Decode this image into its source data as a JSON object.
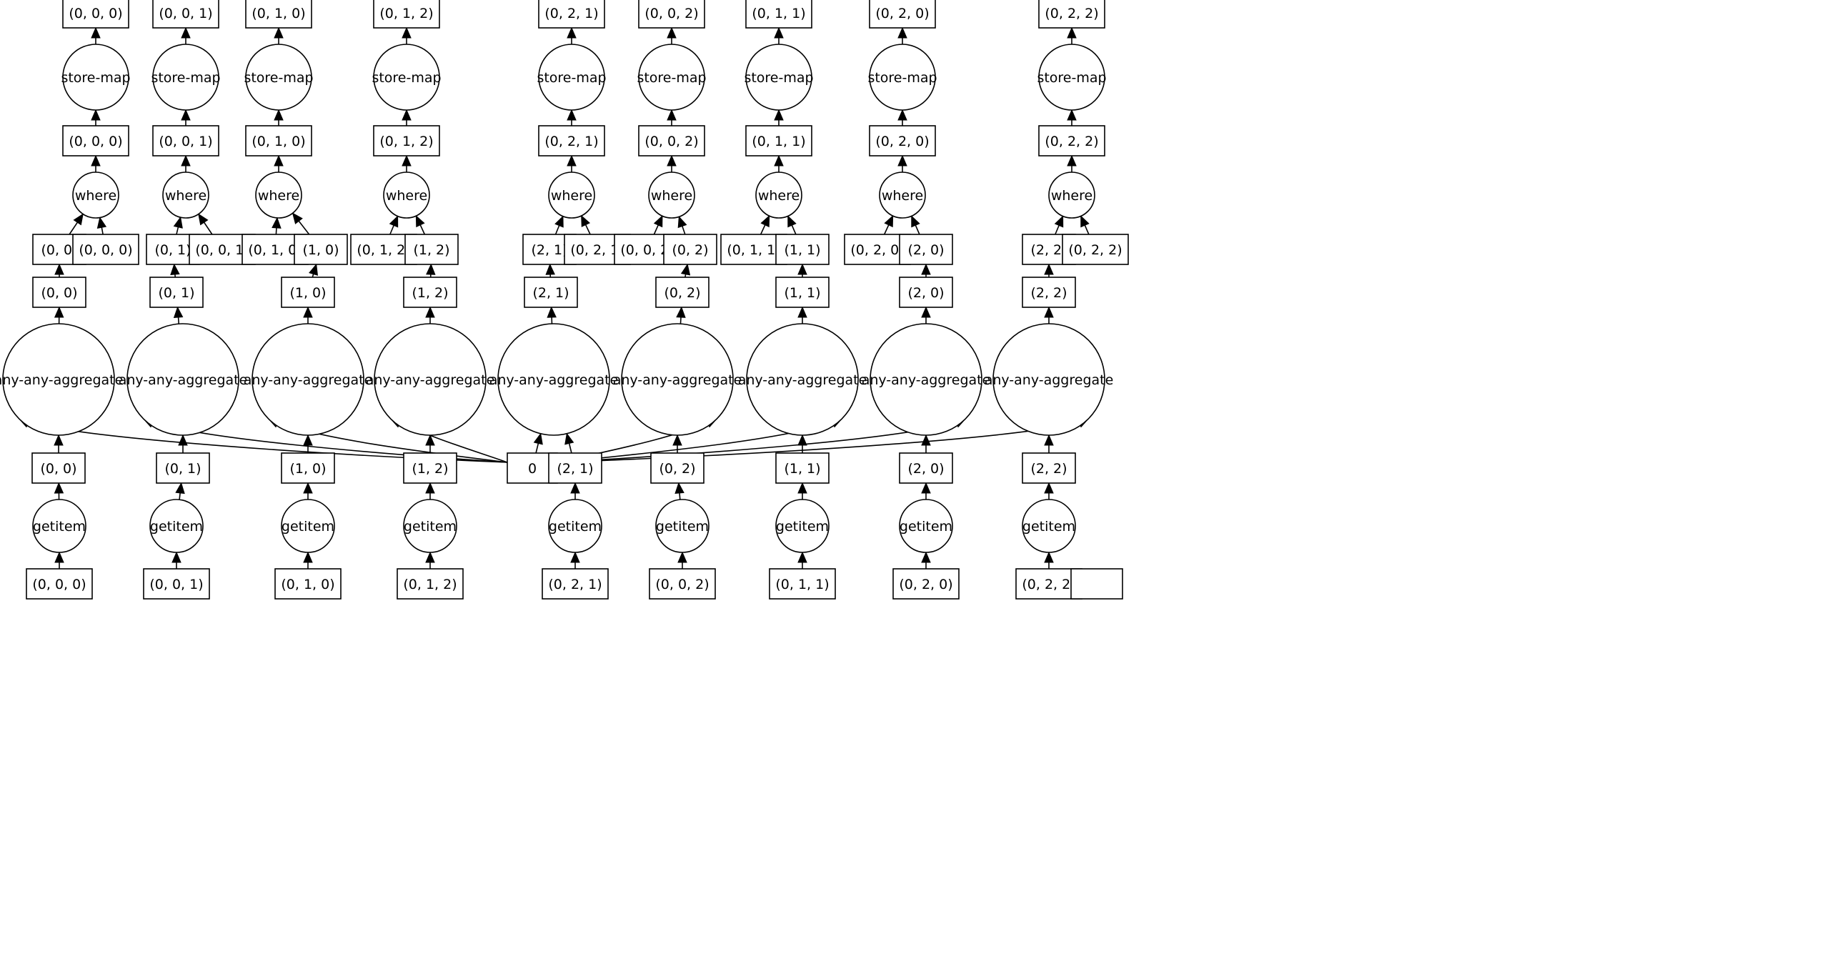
{
  "graph": {
    "direction": "bottom-to-top",
    "colors": {
      "stroke": "#000000",
      "fill": "#ffffff",
      "text": "#000000"
    },
    "nodes": [
      {
        "id": "s0",
        "shape": "box",
        "label": "(0, 0, 0)"
      },
      {
        "id": "s1",
        "shape": "box",
        "label": "(0, 0, 1)"
      },
      {
        "id": "s2",
        "shape": "box",
        "label": "(0, 1, 0)"
      },
      {
        "id": "s3",
        "shape": "box",
        "label": "(0, 1, 2)"
      },
      {
        "id": "s4",
        "shape": "box",
        "label": "(0, 2, 1)"
      },
      {
        "id": "s5",
        "shape": "box",
        "label": "(0, 0, 2)"
      },
      {
        "id": "s6",
        "shape": "box",
        "label": "(0, 1, 1)"
      },
      {
        "id": "s7",
        "shape": "box",
        "label": "(0, 2, 0)"
      },
      {
        "id": "s8",
        "shape": "box",
        "label": "(0, 2, 2)"
      },
      {
        "id": "m0",
        "shape": "circle",
        "label": "store-map"
      },
      {
        "id": "m1",
        "shape": "circle",
        "label": "store-map"
      },
      {
        "id": "m2",
        "shape": "circle",
        "label": "store-map"
      },
      {
        "id": "m3",
        "shape": "circle",
        "label": "store-map"
      },
      {
        "id": "m4",
        "shape": "circle",
        "label": "store-map"
      },
      {
        "id": "m5",
        "shape": "circle",
        "label": "store-map"
      },
      {
        "id": "m6",
        "shape": "circle",
        "label": "store-map"
      },
      {
        "id": "m7",
        "shape": "circle",
        "label": "store-map"
      },
      {
        "id": "m8",
        "shape": "circle",
        "label": "store-map"
      },
      {
        "id": "w0",
        "shape": "box",
        "label": "(0, 0, 0)"
      },
      {
        "id": "w1",
        "shape": "box",
        "label": "(0, 0, 1)"
      },
      {
        "id": "w2",
        "shape": "box",
        "label": "(0, 1, 0)"
      },
      {
        "id": "w3",
        "shape": "box",
        "label": "(0, 1, 2)"
      },
      {
        "id": "w4",
        "shape": "box",
        "label": "(0, 2, 1)"
      },
      {
        "id": "w5",
        "shape": "box",
        "label": "(0, 0, 2)"
      },
      {
        "id": "w6",
        "shape": "box",
        "label": "(0, 1, 1)"
      },
      {
        "id": "w7",
        "shape": "box",
        "label": "(0, 2, 0)"
      },
      {
        "id": "w8",
        "shape": "box",
        "label": "(0, 2, 2)"
      },
      {
        "id": "h0",
        "shape": "circle",
        "label": "where"
      },
      {
        "id": "h1",
        "shape": "circle",
        "label": "where"
      },
      {
        "id": "h2",
        "shape": "circle",
        "label": "where"
      },
      {
        "id": "h3",
        "shape": "circle",
        "label": "where"
      },
      {
        "id": "h4",
        "shape": "circle",
        "label": "where"
      },
      {
        "id": "h5",
        "shape": "circle",
        "label": "where"
      },
      {
        "id": "h6",
        "shape": "circle",
        "label": "where"
      },
      {
        "id": "h7",
        "shape": "circle",
        "label": "where"
      },
      {
        "id": "h8",
        "shape": "circle",
        "label": "where"
      },
      {
        "id": "a0",
        "shape": "box",
        "label": "(0, 0)"
      },
      {
        "id": "b0",
        "shape": "box",
        "label": "(0, 0, 0)"
      },
      {
        "id": "a1",
        "shape": "box",
        "label": "(0, 1)"
      },
      {
        "id": "b1",
        "shape": "box",
        "label": "(0, 0, 1)"
      },
      {
        "id": "b2",
        "shape": "box",
        "label": "(0, 1, 0)"
      },
      {
        "id": "a2",
        "shape": "box",
        "label": "(1, 0)"
      },
      {
        "id": "b3",
        "shape": "box",
        "label": "(0, 1, 2)"
      },
      {
        "id": "a3",
        "shape": "box",
        "label": "(1, 2)"
      },
      {
        "id": "a4",
        "shape": "box",
        "label": "(2, 1)"
      },
      {
        "id": "b4",
        "shape": "box",
        "label": "(0, 2, 1)"
      },
      {
        "id": "b5",
        "shape": "box",
        "label": "(0, 0, 2)"
      },
      {
        "id": "a5",
        "shape": "box",
        "label": "(0, 2)"
      },
      {
        "id": "b6",
        "shape": "box",
        "label": "(0, 1, 1)"
      },
      {
        "id": "a6",
        "shape": "box",
        "label": "(1, 1)"
      },
      {
        "id": "b7",
        "shape": "box",
        "label": "(0, 2, 0)"
      },
      {
        "id": "a7",
        "shape": "box",
        "label": "(2, 0)"
      },
      {
        "id": "a8",
        "shape": "box",
        "label": "(2, 2)"
      },
      {
        "id": "b8",
        "shape": "box",
        "label": "(0, 2, 2)"
      },
      {
        "id": "c0",
        "shape": "box",
        "label": "(0, 0)"
      },
      {
        "id": "c1",
        "shape": "box",
        "label": "(0, 1)"
      },
      {
        "id": "c2",
        "shape": "box",
        "label": "(1, 0)"
      },
      {
        "id": "c3",
        "shape": "box",
        "label": "(1, 2)"
      },
      {
        "id": "c4",
        "shape": "box",
        "label": "(2, 1)"
      },
      {
        "id": "c5",
        "shape": "box",
        "label": "(0, 2)"
      },
      {
        "id": "c6",
        "shape": "box",
        "label": "(1, 1)"
      },
      {
        "id": "c7",
        "shape": "box",
        "label": "(2, 0)"
      },
      {
        "id": "c8",
        "shape": "box",
        "label": "(2, 2)"
      },
      {
        "id": "g0",
        "shape": "circle",
        "label": "any-any-aggregate"
      },
      {
        "id": "g1",
        "shape": "circle",
        "label": "any-any-aggregate"
      },
      {
        "id": "g2",
        "shape": "circle",
        "label": "any-any-aggregate"
      },
      {
        "id": "g3",
        "shape": "circle",
        "label": "any-any-aggregate"
      },
      {
        "id": "g4",
        "shape": "circle",
        "label": "any-any-aggregate"
      },
      {
        "id": "g5",
        "shape": "circle",
        "label": "any-any-aggregate"
      },
      {
        "id": "g6",
        "shape": "circle",
        "label": "any-any-aggregate"
      },
      {
        "id": "g7",
        "shape": "circle",
        "label": "any-any-aggregate"
      },
      {
        "id": "g8",
        "shape": "circle",
        "label": "any-any-aggregate"
      },
      {
        "id": "d0",
        "shape": "box",
        "label": "(0, 0)"
      },
      {
        "id": "d1",
        "shape": "box",
        "label": "(0, 1)"
      },
      {
        "id": "d2",
        "shape": "box",
        "label": "(1, 0)"
      },
      {
        "id": "d3",
        "shape": "box",
        "label": "(1, 2)"
      },
      {
        "id": "z",
        "shape": "box",
        "label": "0"
      },
      {
        "id": "d4",
        "shape": "box",
        "label": "(2, 1)"
      },
      {
        "id": "d5",
        "shape": "box",
        "label": "(0, 2)"
      },
      {
        "id": "d6",
        "shape": "box",
        "label": "(1, 1)"
      },
      {
        "id": "d7",
        "shape": "box",
        "label": "(2, 0)"
      },
      {
        "id": "d8",
        "shape": "box",
        "label": "(2, 2)"
      },
      {
        "id": "e0",
        "shape": "circle",
        "label": "getitem"
      },
      {
        "id": "e1",
        "shape": "circle",
        "label": "getitem"
      },
      {
        "id": "e2",
        "shape": "circle",
        "label": "getitem"
      },
      {
        "id": "e3",
        "shape": "circle",
        "label": "getitem"
      },
      {
        "id": "e4",
        "shape": "circle",
        "label": "getitem"
      },
      {
        "id": "e5",
        "shape": "circle",
        "label": "getitem"
      },
      {
        "id": "e6",
        "shape": "circle",
        "label": "getitem"
      },
      {
        "id": "e7",
        "shape": "circle",
        "label": "getitem"
      },
      {
        "id": "e8",
        "shape": "circle",
        "label": "getitem"
      },
      {
        "id": "f0",
        "shape": "box",
        "label": "(0, 0, 0)"
      },
      {
        "id": "f1",
        "shape": "box",
        "label": "(0, 0, 1)"
      },
      {
        "id": "f2",
        "shape": "box",
        "label": "(0, 1, 0)"
      },
      {
        "id": "f3",
        "shape": "box",
        "label": "(0, 1, 2)"
      },
      {
        "id": "f4",
        "shape": "box",
        "label": "(0, 2, 1)"
      },
      {
        "id": "f5",
        "shape": "box",
        "label": "(0, 0, 2)"
      },
      {
        "id": "f6",
        "shape": "box",
        "label": "(0, 1, 1)"
      },
      {
        "id": "f7",
        "shape": "box",
        "label": "(0, 2, 0)"
      },
      {
        "id": "f8",
        "shape": "box",
        "label": "(0, 2, 2)"
      },
      {
        "id": "blank",
        "shape": "box",
        "label": ""
      }
    ],
    "edges": [
      [
        "m0",
        "s0"
      ],
      [
        "m1",
        "s1"
      ],
      [
        "m2",
        "s2"
      ],
      [
        "m3",
        "s3"
      ],
      [
        "m4",
        "s4"
      ],
      [
        "m5",
        "s5"
      ],
      [
        "m6",
        "s6"
      ],
      [
        "m7",
        "s7"
      ],
      [
        "m8",
        "s8"
      ],
      [
        "w0",
        "m0"
      ],
      [
        "w1",
        "m1"
      ],
      [
        "w2",
        "m2"
      ],
      [
        "w3",
        "m3"
      ],
      [
        "w4",
        "m4"
      ],
      [
        "w5",
        "m5"
      ],
      [
        "w6",
        "m6"
      ],
      [
        "w7",
        "m7"
      ],
      [
        "w8",
        "m8"
      ],
      [
        "h0",
        "w0"
      ],
      [
        "h1",
        "w1"
      ],
      [
        "h2",
        "w2"
      ],
      [
        "h3",
        "w3"
      ],
      [
        "h4",
        "w4"
      ],
      [
        "h5",
        "w5"
      ],
      [
        "h6",
        "w6"
      ],
      [
        "h7",
        "w7"
      ],
      [
        "h8",
        "w8"
      ],
      [
        "a0",
        "h0"
      ],
      [
        "b0",
        "h0"
      ],
      [
        "a1",
        "h1"
      ],
      [
        "b1",
        "h1"
      ],
      [
        "b2",
        "h2"
      ],
      [
        "a2",
        "h2"
      ],
      [
        "b3",
        "h3"
      ],
      [
        "a3",
        "h3"
      ],
      [
        "a4",
        "h4"
      ],
      [
        "b4",
        "h4"
      ],
      [
        "b5",
        "h5"
      ],
      [
        "a5",
        "h5"
      ],
      [
        "b6",
        "h6"
      ],
      [
        "a6",
        "h6"
      ],
      [
        "b7",
        "h7"
      ],
      [
        "a7",
        "h7"
      ],
      [
        "a8",
        "h8"
      ],
      [
        "b8",
        "h8"
      ],
      [
        "c0",
        "a0"
      ],
      [
        "c1",
        "a1"
      ],
      [
        "c2",
        "a2"
      ],
      [
        "c3",
        "a3"
      ],
      [
        "c4",
        "a4"
      ],
      [
        "c5",
        "a5"
      ],
      [
        "c6",
        "a6"
      ],
      [
        "c7",
        "a7"
      ],
      [
        "c8",
        "a8"
      ],
      [
        "g0",
        "c0"
      ],
      [
        "g1",
        "c1"
      ],
      [
        "g2",
        "c2"
      ],
      [
        "g3",
        "c3"
      ],
      [
        "g4",
        "c4"
      ],
      [
        "g5",
        "c5"
      ],
      [
        "g6",
        "c6"
      ],
      [
        "g7",
        "c7"
      ],
      [
        "g8",
        "c8"
      ],
      [
        "d0",
        "g0"
      ],
      [
        "d1",
        "g1"
      ],
      [
        "d2",
        "g2"
      ],
      [
        "d3",
        "g3"
      ],
      [
        "d4",
        "g4"
      ],
      [
        "d5",
        "g5"
      ],
      [
        "d6",
        "g6"
      ],
      [
        "d7",
        "g7"
      ],
      [
        "d8",
        "g8"
      ],
      [
        "z",
        "g0"
      ],
      [
        "z",
        "g1"
      ],
      [
        "z",
        "g2"
      ],
      [
        "z",
        "g3"
      ],
      [
        "z",
        "g4"
      ],
      [
        "z",
        "g5"
      ],
      [
        "z",
        "g6"
      ],
      [
        "z",
        "g7"
      ],
      [
        "z",
        "g8"
      ],
      [
        "e0",
        "d0"
      ],
      [
        "e1",
        "d1"
      ],
      [
        "e2",
        "d2"
      ],
      [
        "e3",
        "d3"
      ],
      [
        "e4",
        "d4"
      ],
      [
        "e5",
        "d5"
      ],
      [
        "e6",
        "d6"
      ],
      [
        "e7",
        "d7"
      ],
      [
        "e8",
        "d8"
      ],
      [
        "f0",
        "e0"
      ],
      [
        "f1",
        "e1"
      ],
      [
        "f2",
        "e2"
      ],
      [
        "f3",
        "e3"
      ],
      [
        "f4",
        "e4"
      ],
      [
        "f5",
        "e5"
      ],
      [
        "f6",
        "e6"
      ],
      [
        "f7",
        "e7"
      ],
      [
        "f8",
        "e8"
      ]
    ]
  }
}
